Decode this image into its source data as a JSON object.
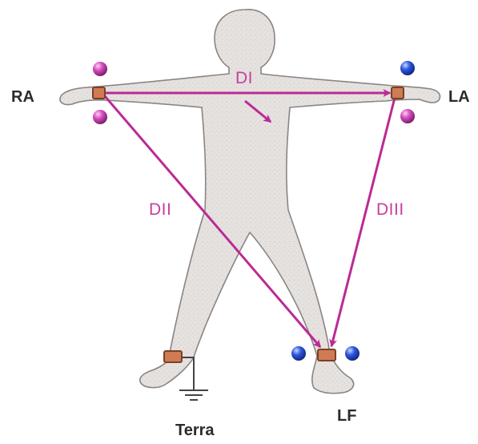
{
  "limb_labels": {
    "right_arm": "RA",
    "left_arm": "LA",
    "left_foot": "LF",
    "ground": "Terra"
  },
  "leads": {
    "lead_1": "DI",
    "lead_2": "DII",
    "lead_3": "DIII"
  },
  "colors": {
    "lead_line": "#bb2a95",
    "lead_text": "#c4409e",
    "body_fill": "#e6e2df",
    "body_stroke": "#8a8582",
    "electrode": "#cf7b53",
    "electrode_stroke": "#7a4127",
    "ball_positive": "#d74ec0",
    "ball_negative": "#2f56e0",
    "text_dark": "#2b2b2b"
  },
  "icons": {
    "electrode": "square-electrode-icon",
    "positive_pole": "magenta-sphere-icon",
    "negative_pole": "blue-sphere-icon",
    "ground": "ground-symbol-icon"
  }
}
